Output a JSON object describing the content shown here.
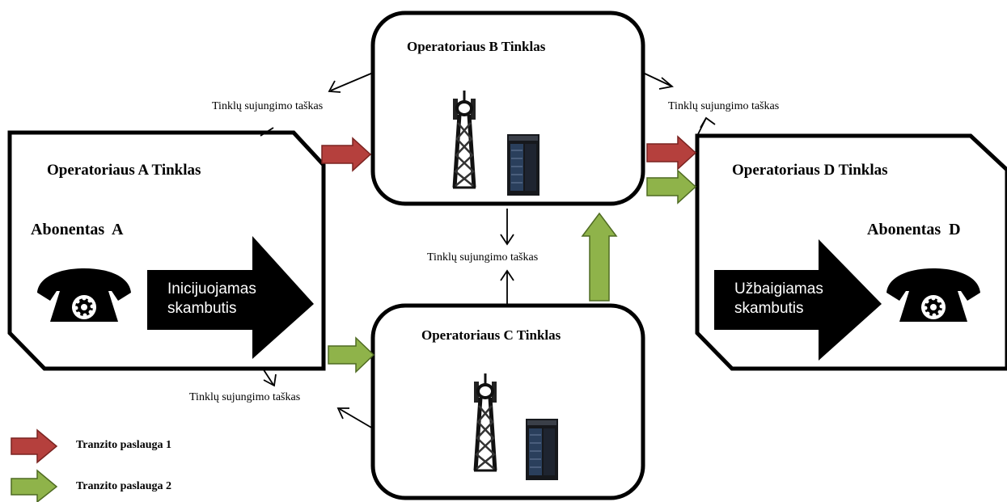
{
  "networks": {
    "a": {
      "title": "Operatoriaus A Tinklas",
      "subscriber": "Abonentas  A",
      "call_line1": "Inicijuojamas",
      "call_line2": "skambutis"
    },
    "b": {
      "title": "Operatoriaus B Tinklas"
    },
    "c": {
      "title": "Operatoriaus C Tinklas"
    },
    "d": {
      "title": "Operatoriaus D Tinklas",
      "subscriber": "Abonentas  D",
      "call_line1": "Užbaigiamas",
      "call_line2": "skambutis"
    }
  },
  "interconnection_points": [
    "Tinklų sujungimo taškas",
    "Tinklų sujungimo taškas",
    "Tinklų sujungimo taškas",
    "Tinklų sujungimo taškas"
  ],
  "legend": [
    {
      "label": "Tranzito paslauga 1",
      "color": "#b5403d"
    },
    {
      "label": "Tranzito paslauga 2",
      "color": "#8fb34a"
    }
  ],
  "colors": {
    "red_arrow": "#b5403d",
    "red_outline": "#7a2320",
    "green_arrow": "#8fb34a",
    "green_outline": "#4f6b22"
  },
  "icons": [
    "phone-icon",
    "tower-icon",
    "server-icon"
  ]
}
